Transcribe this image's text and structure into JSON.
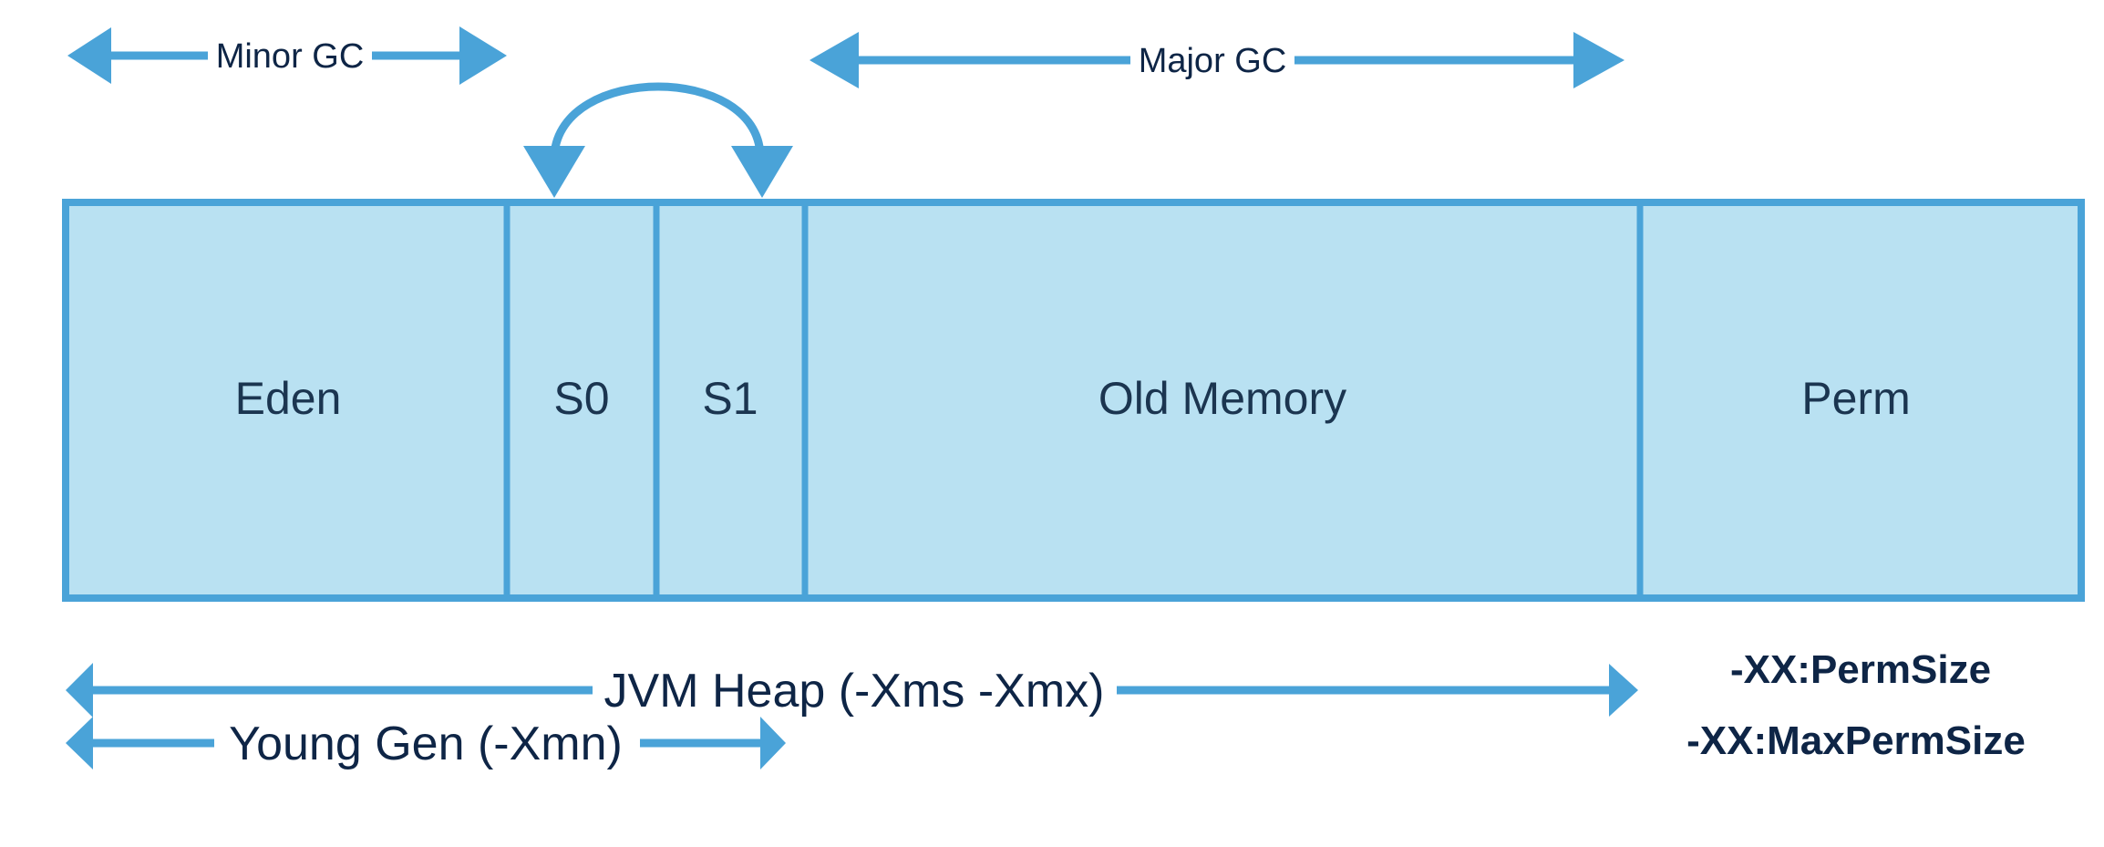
{
  "diagram": {
    "title": "JVM Memory Model",
    "colors": {
      "stroke": "#4aa3d8",
      "fill": "#b9e1f2",
      "text": "#0e2546",
      "region_text": "#1b3550"
    },
    "regions": [
      {
        "id": "eden",
        "label": "Eden"
      },
      {
        "id": "s0",
        "label": "S0"
      },
      {
        "id": "s1",
        "label": "S1"
      },
      {
        "id": "old",
        "label": "Old Memory"
      },
      {
        "id": "perm",
        "label": "Perm"
      }
    ],
    "arrows": {
      "minor_gc": {
        "label": "Minor GC",
        "spans": [
          "eden"
        ]
      },
      "major_gc": {
        "label": "Major GC",
        "spans": [
          "old"
        ]
      },
      "survivor_swap": {
        "label": "",
        "connects": [
          "s0",
          "s1"
        ]
      },
      "jvm_heap": {
        "label": "JVM Heap (-Xms -Xmx)",
        "spans": [
          "eden",
          "s0",
          "s1",
          "old"
        ]
      },
      "young_gen": {
        "label": "Young Gen (-Xmn)",
        "spans": [
          "eden",
          "s0",
          "s1"
        ]
      }
    },
    "perm_flags": [
      "-XX:PermSize",
      "-XX:MaxPermSize"
    ]
  }
}
